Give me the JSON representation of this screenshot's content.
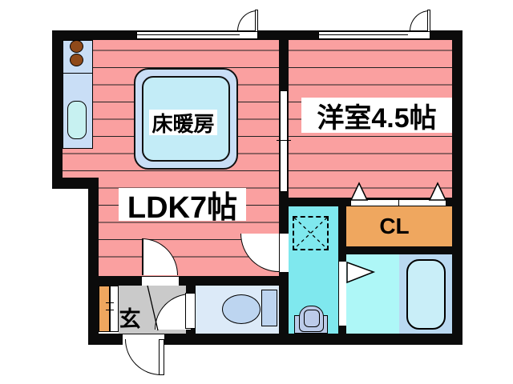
{
  "floor_plan": {
    "type": "japanese-apartment-floorplan",
    "rooms": [
      {
        "id": "ldk",
        "label": "LDK7帖"
      },
      {
        "id": "western_room",
        "label": "洋室4.5帖"
      },
      {
        "id": "closet",
        "label": "CL"
      },
      {
        "id": "entrance",
        "label": "玄"
      }
    ],
    "features": [
      {
        "id": "floor_heating",
        "label": "床暖房"
      }
    ],
    "fixtures": [
      "kitchen-stove-burners",
      "kitchen-sink",
      "kitchen-counter",
      "floor-heating-panel",
      "washing-machine-space",
      "washbasin",
      "toilet",
      "bathtub",
      "shoe-cabinet",
      "sliding-door",
      "hinged-door-swings",
      "windows-with-casement"
    ]
  },
  "colors": {
    "pink": "#faa0a0",
    "stripe": "#222222",
    "wall": "#0b0b0b",
    "aqua": "#7fe8ee",
    "aqua_light": "#aef7f7",
    "bath": "#bad9f1",
    "tub": "#c9eef8",
    "toilet_room": "#dceaf8",
    "fixture_blue": "#bdd5f0",
    "panel": "#c9def6",
    "panel_inner": "#c3ecf7",
    "sink": "#c7f1f1",
    "basin": "#bccbe9",
    "orange": "#efa75f",
    "burner": "#8f4a1a",
    "genkan": "#cacaca"
  }
}
